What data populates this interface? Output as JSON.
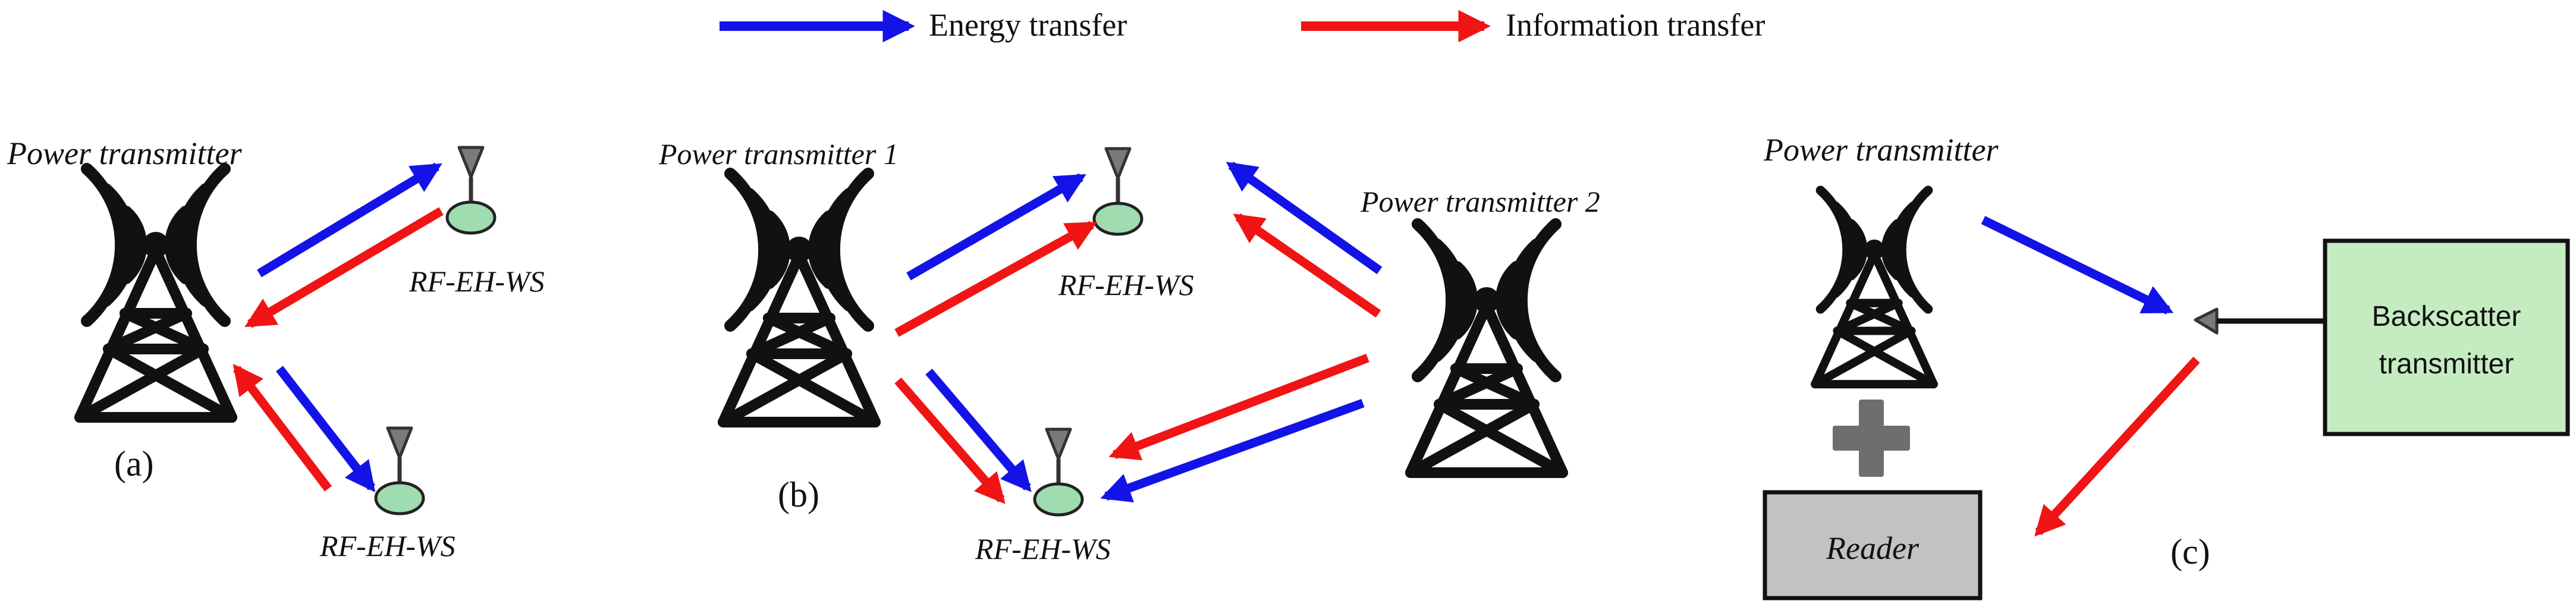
{
  "legend": {
    "energy_label": "Energy transfer",
    "information_label": "Information transfer"
  },
  "colors": {
    "energy": "#1313e8",
    "information": "#f01414",
    "tower": "#111111",
    "sensor_fill": "#9fdcb0",
    "antenna_fill": "#7a7a7a",
    "backscatter_fill": "#c4ecc0",
    "reader_fill": "#c2c2c2"
  },
  "panel_a": {
    "transmitter_label": "Power transmitter",
    "sensor_top_label": "RF-EH-WS",
    "sensor_bottom_label": "RF-EH-WS",
    "caption": "(a)"
  },
  "panel_b": {
    "transmitter1_label": "Power transmitter 1",
    "transmitter2_label": "Power transmitter 2",
    "sensor_top_label": "RF-EH-WS",
    "sensor_bottom_label": "RF-EH-WS",
    "caption": "(b)"
  },
  "panel_c": {
    "transmitter_label": "Power transmitter",
    "backscatter_label_line1": "Backscatter",
    "backscatter_label_line2": "transmitter",
    "reader_label": "Reader",
    "plus_icon": "plus-icon",
    "caption": "(c)"
  }
}
